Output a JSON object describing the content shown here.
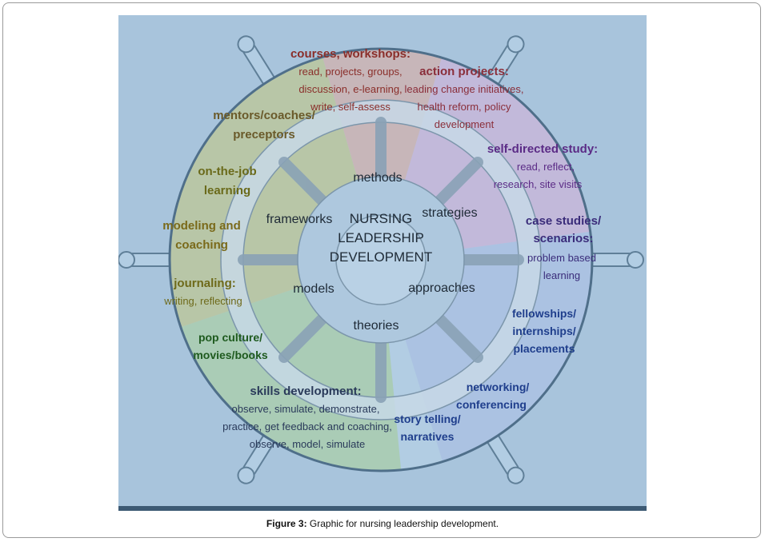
{
  "hub": {
    "lines": [
      "NURSING",
      "LEADERSHIP",
      "DEVELOPMENT"
    ]
  },
  "inner": {
    "methods": "methods",
    "strategies": "strategies",
    "approaches": "approaches",
    "theories": "theories",
    "models": "models",
    "frameworks": "frameworks"
  },
  "outer": {
    "courses_title": "courses, workshops:",
    "courses_l1": "read, projects, groups,",
    "courses_l2": "discussion, e-learning,",
    "courses_l3": "write, self-assess",
    "action_title": "action projects:",
    "action_l1": "leading change initiatives,",
    "action_l2": "health reform, policy",
    "action_l3": "development",
    "selfdir_title": "self-directed study:",
    "selfdir_l1": "read, reflect,",
    "selfdir_l2": "research, site visits",
    "case_t1": "case studies/",
    "case_t2": "scenarios:",
    "case_l1": "problem based",
    "case_l2": "learning",
    "fellow_l1": "fellowships/",
    "fellow_l2": "internships/",
    "fellow_l3": "placements",
    "network_l1": "networking/",
    "network_l2": "conferencing",
    "story_l1": "story telling/",
    "story_l2": "narratives",
    "skills_title": "skills development:",
    "skills_l1": "observe, simulate, demonstrate,",
    "skills_l2": "practice, get feedback and coaching,",
    "skills_l3": "observe, model, simulate",
    "pop_l1": "pop culture/",
    "pop_l2": "movies/books",
    "journal_t": "journaling:",
    "journal_l1": "writing, reflecting",
    "modeling_l1": "modeling and",
    "modeling_l2": "coaching",
    "onjob_l1": "on-the-job",
    "onjob_l2": "learning",
    "mentors_l1": "mentors/coaches/",
    "mentors_l2": "preceptors"
  },
  "caption": {
    "label": "Figure 3:",
    "text": " Graphic for nursing leadership development."
  }
}
